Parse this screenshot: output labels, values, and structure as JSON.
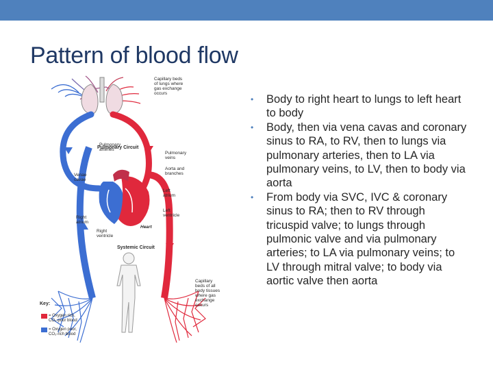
{
  "slide": {
    "title": "Pattern of blood flow",
    "accent_color": "#4f81bd",
    "title_color": "#1f3864"
  },
  "bullets": [
    {
      "text": "Body to right heart to lungs to left heart to body"
    },
    {
      "text": "Body, then via vena cavas and coronary sinus to RA, to RV, then to lungs via pulmonary arteries, then to LA via pulmonary veins, to LV, then to body via aorta"
    },
    {
      "text": "From body via SVC, IVC & coronary sinus to RA; then to RV through tricuspid valve; to lungs through pulmonic valve and via pulmonary arteries; to LA via pulmonary veins; to LV through mitral valve; to body via aortic valve then aorta"
    }
  ],
  "diagram": {
    "labels": {
      "capillary_lungs": [
        "Capillary beds",
        "of lungs where",
        "gas exchange",
        "occurs"
      ],
      "pulmonary_circuit": "Pulmonary Circuit",
      "pulmonary_arteries": [
        "Pulmonary",
        "arteries"
      ],
      "pulmonary_veins": [
        "Pulmonary",
        "veins"
      ],
      "venae_cavae": [
        "Venae",
        "cavae"
      ],
      "aorta_branches": [
        "Aorta and",
        "branches"
      ],
      "left_atrium": [
        "Left",
        "atrium"
      ],
      "left_ventricle": [
        "Left",
        "ventricle"
      ],
      "right_atrium": [
        "Right",
        "atrium"
      ],
      "right_ventricle": [
        "Right",
        "ventricle"
      ],
      "heart": "Heart",
      "systemic_circuit": "Systemic Circuit",
      "capillary_body": [
        "Capillary",
        "beds of all",
        "body tissues",
        "where gas",
        "exchange",
        "occurs"
      ],
      "key_title": "Key:",
      "key_oxygen_rich": [
        "= Oxygen rich,",
        "CO₂-poor blood"
      ],
      "key_oxygen_poor": [
        "= Oxygen poor,",
        "CO₂-rich blood"
      ]
    },
    "colors": {
      "oxygen_rich": "#e0283c",
      "oxygen_poor": "#3c6ed2"
    }
  }
}
